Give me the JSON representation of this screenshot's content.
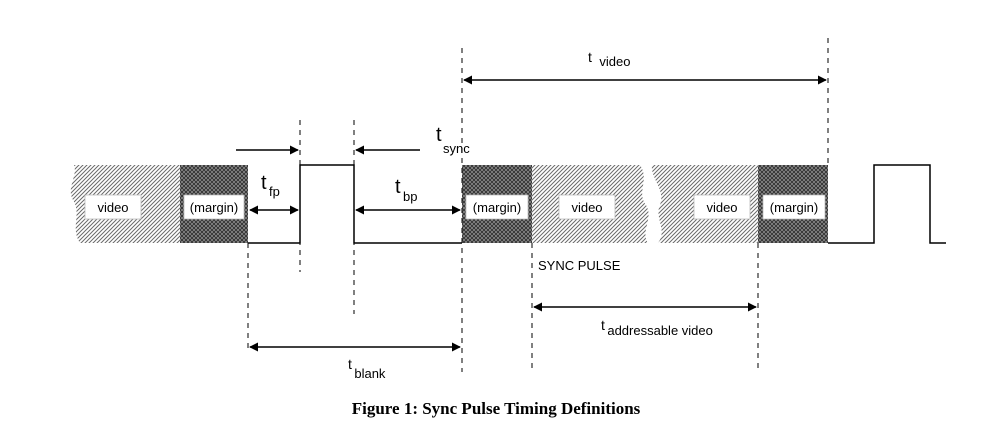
{
  "caption": "Figure 1: Sync Pulse Timing Definitions",
  "regions": {
    "video": "video",
    "margin": "(margin)"
  },
  "sync_pulse_label": "SYNC PULSE",
  "timings": {
    "t_video": {
      "main": "t",
      "sub": "video"
    },
    "t_sync": {
      "main": "t",
      "sub": "sync"
    },
    "t_fp": {
      "main": "t",
      "sub": "fp"
    },
    "t_bp": {
      "main": "t",
      "sub": "bp"
    },
    "t_blank": {
      "main": "t",
      "sub": "blank"
    },
    "t_addressable_video": {
      "main": "t",
      "sub": "addressable video"
    }
  }
}
